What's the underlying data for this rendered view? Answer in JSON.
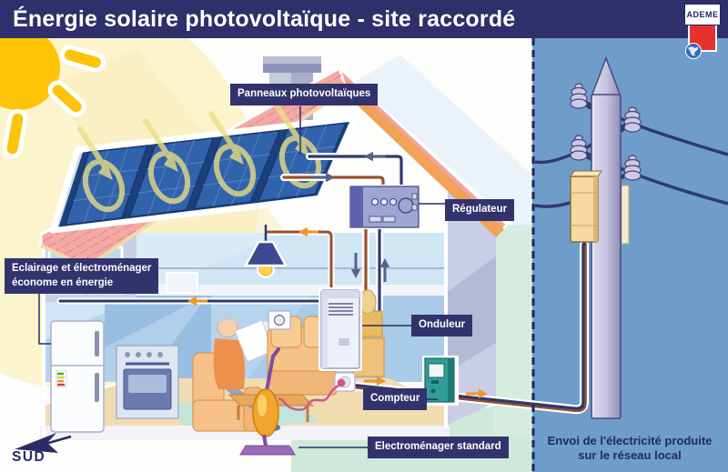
{
  "header": {
    "title": "Énergie solaire photovoltaïque - site raccordé",
    "logo_text": "ADEME"
  },
  "diagram": {
    "labels": {
      "panels": "Panneaux photovoltaïques",
      "regulator": "Régulateur",
      "efficient_line1": "Eclairage et électroménager",
      "efficient_line2": "économe en énergie",
      "inverter": "Onduleur",
      "meter": "Compteur",
      "standard_appliances": "Electroménager standard"
    },
    "grid_note": {
      "line1": "Envoi de l'électricité produite",
      "line2": "sur le réseau local"
    },
    "compass": "SUD"
  },
  "colors": {
    "header_bg": "#2f2f6b",
    "label_bg": "#32326d",
    "grid_side_bg": "#6f9dc9",
    "sun_yellow": "#fdc408",
    "roof_pink": "#f2a49f",
    "panel_blue": "#3163ac",
    "meter_teal": "#2f9e98",
    "logo_red": "#e5322e",
    "wire_navy": "#2e3a6e",
    "wire_brown": "#9a4f2a",
    "flow_orange": "#f0952e"
  }
}
